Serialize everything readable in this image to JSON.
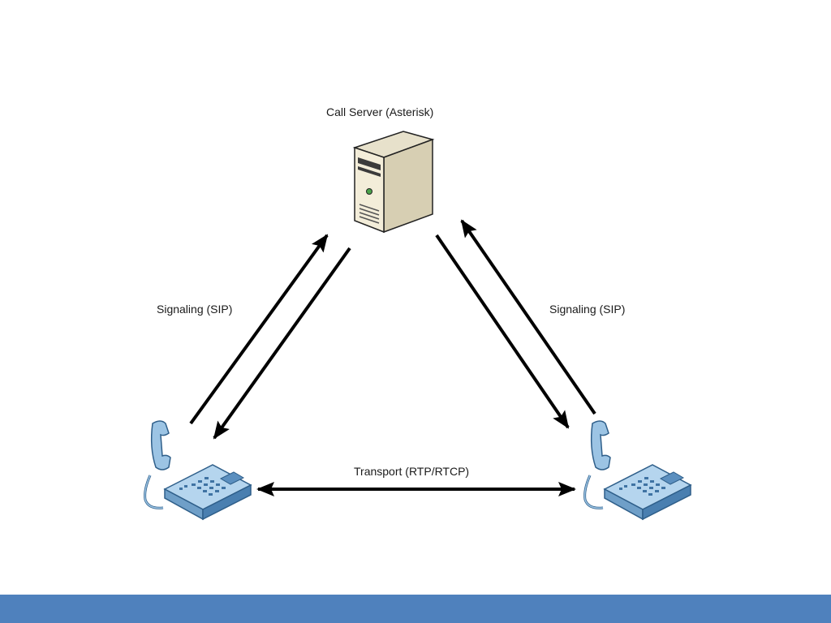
{
  "labels": {
    "server": "Call Server (Asterisk)",
    "signaling_left": "Signaling (SIP)",
    "signaling_right": "Signaling (SIP)",
    "transport": "Transport (RTP/RTCP)"
  },
  "icons": {
    "server": "server-tower-icon",
    "phone_left": "desk-phone-icon",
    "phone_right": "desk-phone-icon"
  },
  "colors": {
    "footer": "#4f81bd",
    "arrow": "#000000",
    "phone_body": "#9cc4e4",
    "phone_dark": "#4a7fb0",
    "server_body": "#f1ead6"
  }
}
